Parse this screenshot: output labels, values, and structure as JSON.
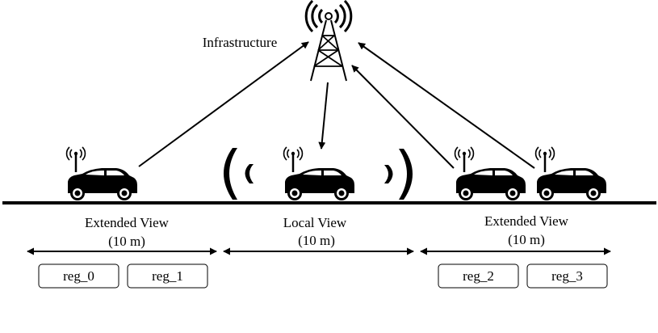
{
  "infrastructure_label": "Infrastructure",
  "views": [
    {
      "title": "Extended View",
      "distance": "(10 m)"
    },
    {
      "title": "Local View",
      "distance": "(10 m)"
    },
    {
      "title": "Extended View",
      "distance": "(10 m)"
    }
  ],
  "regions": [
    "reg_0",
    "reg_1",
    "reg_2",
    "reg_3"
  ],
  "icons": {
    "tower": "cell-tower-icon",
    "car": "connected-car-icon",
    "waves": "broadcast-waves-icon"
  },
  "colors": {
    "ink": "#000000",
    "background": "#ffffff"
  }
}
